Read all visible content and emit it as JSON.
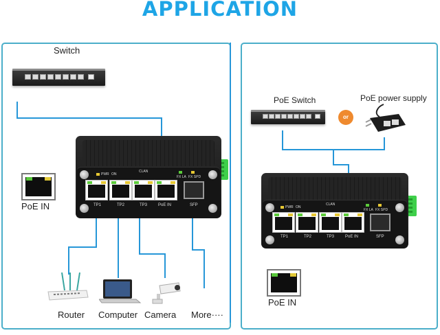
{
  "title": "APPLICATION",
  "colors": {
    "title": "#1ea5e6",
    "panel_border": "#4aaec9",
    "wire": "#2596d8",
    "or_badge": "#ef8a2e",
    "led_green": "#5ccc3a",
    "led_yellow": "#e7c833",
    "terminal_green": "#3ecf4a"
  },
  "left_panel": {
    "switch_label": "Switch",
    "poe_in_label": "PoE IN",
    "device": {
      "led_labels": [
        "PWR",
        "ON",
        "CLAN"
      ],
      "top_right_leds": [
        "FX LA",
        "FX SPD"
      ],
      "ports": [
        "TP1",
        "TP2",
        "TP3",
        "PoE IN"
      ],
      "sfp_label": "SFP"
    },
    "endpoints": [
      {
        "label": "Router",
        "icon": "router-icon"
      },
      {
        "label": "Computer",
        "icon": "laptop-icon"
      },
      {
        "label": "Camera",
        "icon": "camera-icon"
      },
      {
        "label": "More····",
        "icon": "none"
      }
    ]
  },
  "right_panel": {
    "poe_switch_label": "PoE Switch",
    "or_label": "or",
    "poe_supply_label": "PoE power supply",
    "poe_in_label": "PoE IN",
    "device": {
      "led_labels": [
        "PWR",
        "ON",
        "CLAN"
      ],
      "top_right_leds": [
        "FX LA",
        "FX SPD"
      ],
      "ports": [
        "TP1",
        "TP2",
        "TP3",
        "PoE IN"
      ],
      "sfp_label": "SFP"
    }
  }
}
